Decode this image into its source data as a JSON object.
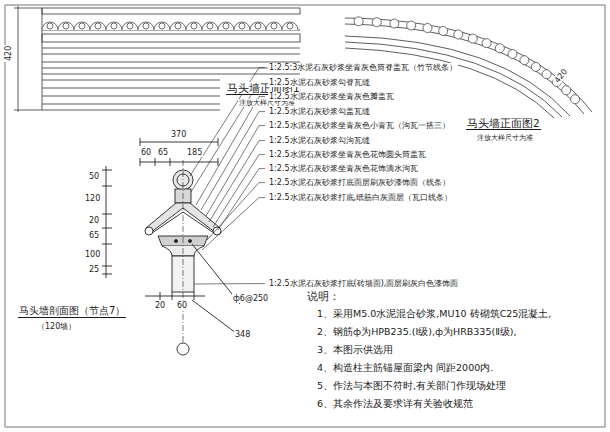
{
  "diagram": {
    "labels": [
      "420",
      "马头墙正面图1",
      "注放大样尺寸为准",
      "420",
      "马头墙正面图2",
      "注放大样尺寸为准",
      "370",
      "60",
      "65",
      "185",
      "50",
      "120",
      "20",
      "65",
      "100",
      "25",
      "1:2.5:3水泥石灰砂浆坐青灰色筒脊盖瓦（竹节线条）",
      "1:2.5水泥石灰砂浆勾脊瓦缝",
      "1:2.5水泥石灰砂浆坐青灰色瓣盖瓦",
      "1:2.5水泥石灰砂浆勾盖瓦缝",
      "1:2.5水泥石灰砂浆坐青灰色小青瓦（沟瓦一搭三）",
      "1:2.5水泥石灰砂浆勾沟瓦缝",
      "1:2.5水泥石灰砂浆坐青灰色花饰圆头筒盖瓦",
      "1:2.5水泥石灰砂浆坐青灰色花饰滴水沟瓦",
      "1:2.5水泥石灰砂浆打底面层刷灰砂漆饰面（线条）",
      "1:2.5水泥石灰砂浆打底,纸筋白灰面层（瓦口线条）",
      "1:2.5水泥石灰砂浆打底(砖墙面),面层刷灰白色漆饰面",
      "20",
      "60",
      "ф6@250",
      "348",
      "马头墙剖面图（节点7）",
      "（120墙）",
      "说明：",
      "1、采用M5.0水泥混合砂浆,MU10 砖砌筑C25混凝土,",
      "2、钢筋ф为HPB235.(Ⅰ级),ф为HRB335(Ⅱ级),",
      "3、本图示供选用",
      "4、构造柱主筋锚屋面梁内 间距2000内.",
      "5、作法与本图不符时,有关部门作现场处理",
      "6、其余作法及要求详有关验收规范"
    ]
  }
}
